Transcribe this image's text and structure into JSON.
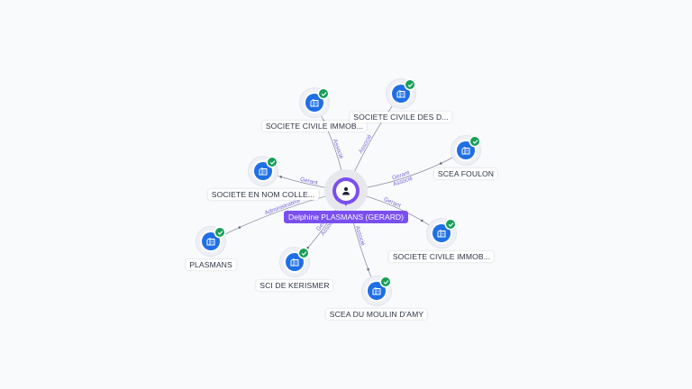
{
  "center": {
    "label": "Delphine PLASMANS (GERARD)",
    "icon": "person-icon"
  },
  "companies": [
    {
      "label": "SOCIETE CIVILE IMMOB...",
      "relation": "Associé"
    },
    {
      "label": "SOCIETE CIVILE DES D...",
      "relation": "Associé"
    },
    {
      "label": "SCEA FOULON",
      "relation": "Gerant\nAssocié"
    },
    {
      "label": "SOCIETE CIVILE IMMOB...",
      "relation": "Gerant"
    },
    {
      "label": "SCEA DU MOULIN D'AMY",
      "relation": "Associé"
    },
    {
      "label": "SCI DE KERISMER",
      "relation": "Gerant\nAssocié"
    },
    {
      "label": "PLASMANS",
      "relation": "Administrateur"
    },
    {
      "label": "SOCIETE EN NOM COLLE...",
      "relation": "Gerant"
    }
  ],
  "colors": {
    "center": "#7a4ff0",
    "company": "#1f6fe5",
    "verified": "#18a058",
    "edge_label": "#7a66d9"
  },
  "company_icon": "building-icon",
  "verified_icon": "check-icon"
}
